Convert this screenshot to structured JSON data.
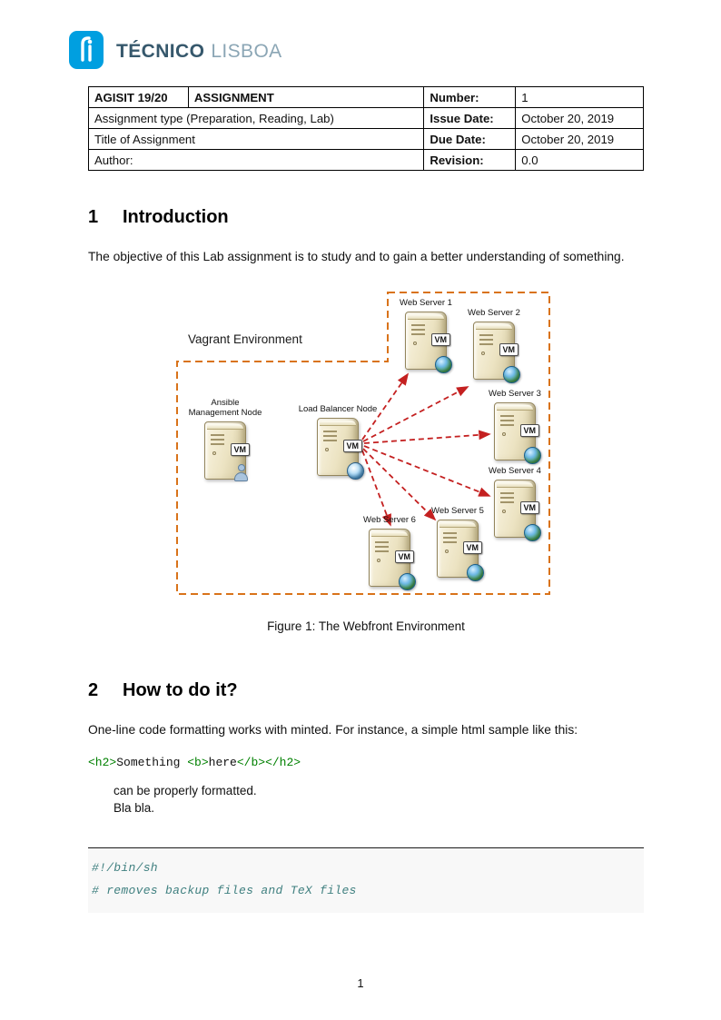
{
  "logo": {
    "title": "TÉCNICO",
    "subtitle": "LISBOA"
  },
  "header_table": {
    "row1": {
      "course": "AGISIT 19/20",
      "type": "ASSIGNMENT",
      "label": "Number:",
      "value": "1"
    },
    "row2": {
      "desc": "Assignment type (Preparation, Reading, Lab)",
      "label": "Issue Date:",
      "value": "October 20, 2019"
    },
    "row3": {
      "desc": "Title of Assignment",
      "label": "Due Date:",
      "value": "October 20, 2019"
    },
    "row4": {
      "desc": "Author:",
      "label": "Revision:",
      "value": "0.0"
    }
  },
  "sections": {
    "intro": {
      "number": "1",
      "title": "Introduction",
      "body": "The objective of this Lab assignment is to study and to gain a better understanding of something."
    },
    "howto": {
      "number": "2",
      "title": "How to do it?",
      "body": "One-line code formatting works with minted. For instance, a simple html sample like this:",
      "note_line1": "can be properly formatted.",
      "note_line2": "Bla bla."
    }
  },
  "figure": {
    "environment_label": "Vagrant Environment",
    "caption": "Figure 1: The Webfront Environment",
    "vm_badge": "VM",
    "ansible_label_line1": "Ansible",
    "ansible_label_line2": "Management Node",
    "load_balancer_label": "Load Balancer Node",
    "web_servers": [
      "Web Server 1",
      "Web Server 2",
      "Web Server 3",
      "Web Server 4",
      "Web Server 5",
      "Web Server 6"
    ]
  },
  "inline_code": {
    "open_h2": "<h2>",
    "text1": "Something ",
    "open_b": "<b>",
    "text2": "here",
    "close_b": "</b>",
    "close_h2": "</h2>"
  },
  "listing": {
    "line1": "#!/bin/sh",
    "line2": "# removes backup files and TeX files"
  },
  "page_footer": {
    "page_number": "1"
  },
  "colors": {
    "accent_orange": "#d9731a",
    "arrow_red": "#c42020",
    "code_green": "#008000",
    "comment_teal": "#408080",
    "logo_blue": "#009fe0"
  }
}
